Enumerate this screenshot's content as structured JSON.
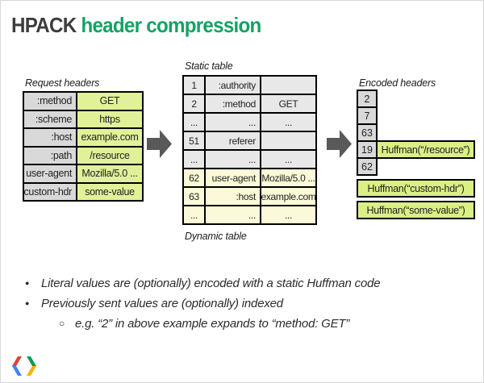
{
  "slide": {
    "title_prefix": "HPACK ",
    "title_highlight": "header compression"
  },
  "request_table": {
    "label": "Request headers",
    "rows": [
      {
        "name": ":method",
        "value": "GET"
      },
      {
        "name": ":scheme",
        "value": "https"
      },
      {
        "name": ":host",
        "value": "example.com"
      },
      {
        "name": ":path",
        "value": "/resource"
      },
      {
        "name": "user-agent",
        "value": "Mozilla/5.0 ..."
      },
      {
        "name": "custom-hdr",
        "value": "some-value"
      }
    ]
  },
  "index_table": {
    "top_label": "Static table",
    "bottom_label": "Dynamic table",
    "rows": [
      {
        "index": "1",
        "name": ":authority",
        "value": "",
        "section": "static"
      },
      {
        "index": "2",
        "name": ":method",
        "value": "GET",
        "section": "static"
      },
      {
        "index": "...",
        "name": "...",
        "value": "...",
        "section": "static"
      },
      {
        "index": "51",
        "name": "referer",
        "value": "",
        "section": "static"
      },
      {
        "index": "...",
        "name": "...",
        "value": "...",
        "section": "static"
      },
      {
        "index": "62",
        "name": "user-agent",
        "value": "Mozilla/5.0 ...",
        "section": "dynamic"
      },
      {
        "index": "63",
        "name": ":host",
        "value": "example.com",
        "section": "dynamic"
      },
      {
        "index": "...",
        "name": "...",
        "value": "...",
        "section": "dynamic"
      }
    ]
  },
  "encoded": {
    "label": "Encoded headers",
    "rows": [
      {
        "index": "2",
        "literal": "",
        "type": "indexed"
      },
      {
        "index": "7",
        "literal": "",
        "type": "indexed"
      },
      {
        "index": "63",
        "literal": "",
        "type": "indexed"
      },
      {
        "index": "19",
        "literal": "Huffman(“/resource”)",
        "type": "indexed"
      },
      {
        "index": "62",
        "literal": "",
        "type": "indexed"
      },
      {
        "index": "",
        "literal": "Huffman(“custom-hdr”)",
        "type": "literal"
      },
      {
        "index": "",
        "literal": "Huffman(“some-value”)",
        "type": "literal"
      }
    ]
  },
  "bullets": [
    {
      "level": "top",
      "text": "Literal values are (optionally) encoded with a static Huffman code"
    },
    {
      "level": "top",
      "text": "Previously sent values are (optionally) indexed"
    },
    {
      "level": "sub",
      "text": "e.g. “2” in above example expands to “method: GET”"
    }
  ],
  "logo": {
    "name": "google-developers-logo"
  },
  "colors": {
    "title_green": "#12A364",
    "cell_gray": "#D9D9D9",
    "cell_green": "#E1F199",
    "huff_green": "#DBEF87",
    "row_static": "#E8E8E8",
    "row_dynamic": "#FBF9D7",
    "arrow_gray": "#595959",
    "logo_red": "#DB4437",
    "logo_blue": "#4285F4",
    "logo_green": "#0F9D58",
    "logo_yellow": "#F4B400"
  }
}
